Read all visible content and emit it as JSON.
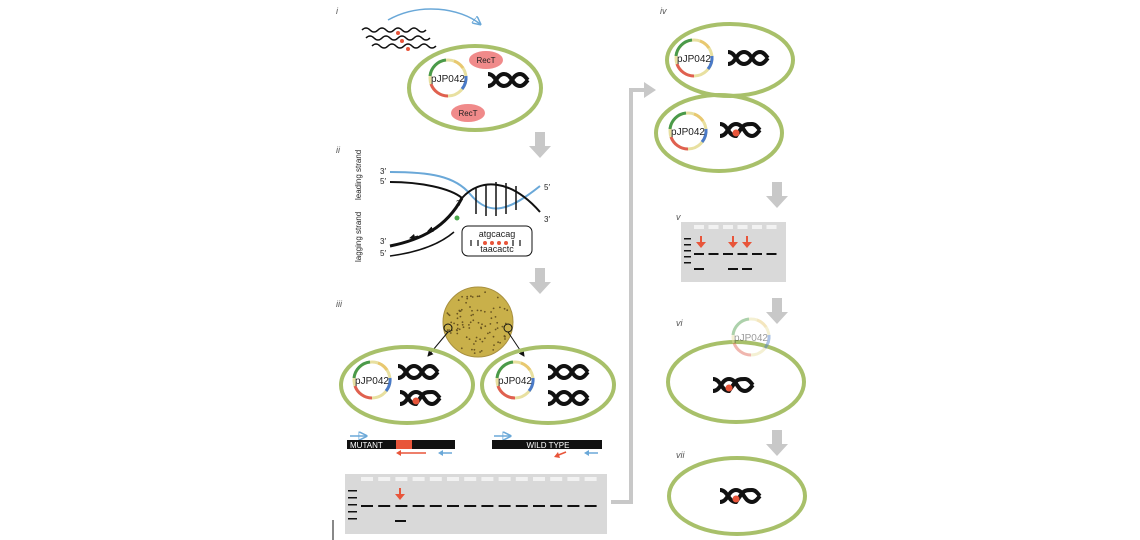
{
  "panels": {
    "i": "i",
    "ii": "ii",
    "iii": "iii",
    "iv": "iv",
    "v": "v",
    "vi": "vi",
    "vii": "vii"
  },
  "labels": {
    "rect": "RecT",
    "plasmid": "pJP042",
    "leading_strand": "leading strand",
    "lagging_strand": "lagging strand",
    "three_prime": "3′",
    "five_prime": "5′",
    "seq_top": "atgcacag",
    "seq_bottom": "taacactc",
    "mutant": "MUTANT",
    "wild_type": "WILD TYPE"
  },
  "colors": {
    "cell_outline": "#a8c06a",
    "mutation": "#e8553a",
    "arrow_gray": "#c8c8c8",
    "primer_blue": "#6aa8d8",
    "rect_fill": "#f08a8a",
    "gel_bg": "#d9d9d9",
    "colony_plate": "#c9b04a"
  }
}
